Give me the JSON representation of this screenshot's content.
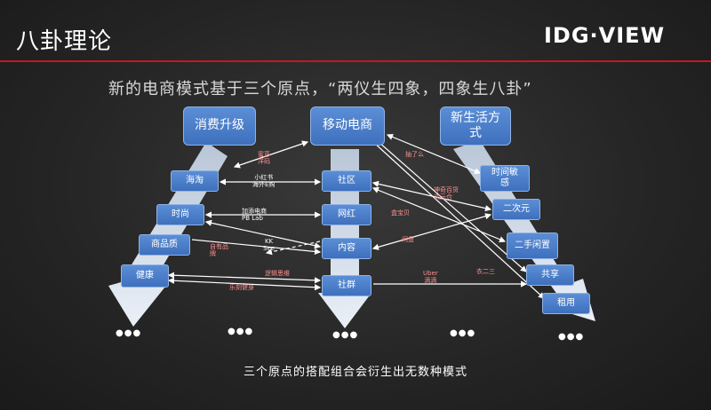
{
  "header": {
    "title": "八卦理论",
    "logo": "IDG·VIEW"
  },
  "subtitle": "新的电商模式基于三个原点，“两仪生四象，四象生八卦”",
  "footer": "三个原点的搭配组合会衍生出无数种模式",
  "top_boxes": [
    "消费升级",
    "移动电商",
    "新生活方式"
  ],
  "left_items": [
    "海淘",
    "时尚",
    "商品质",
    "健康"
  ],
  "middle_items": [
    "社区",
    "网红",
    "内容",
    "社群"
  ],
  "right_items": [
    "时间敏感",
    "二次元",
    "二手闲置",
    "共享",
    "租用"
  ],
  "edge_labels": {
    "l1": "蜜芽\n洋码",
    "l2": "小红书\n海外E购",
    "l3": "加添电商\nPB Lab",
    "l4": "自有品\n牌",
    "l5": "KK\nSee",
    "l6": "逻辑思维",
    "l7": "乐刻健身",
    "r1": "抽了么",
    "r2": "神奇百货\n次元仓",
    "r3": "盒宝贝",
    "r4": "闲鱼",
    "r5": "Uber\n滴滴",
    "r6": "衣二三"
  },
  "dots": "●●●",
  "colors": {
    "accent": "#c8161e",
    "box": "#4a7cc8",
    "arrow": "#dde6f2",
    "edge_label": "#ff8f8f"
  }
}
